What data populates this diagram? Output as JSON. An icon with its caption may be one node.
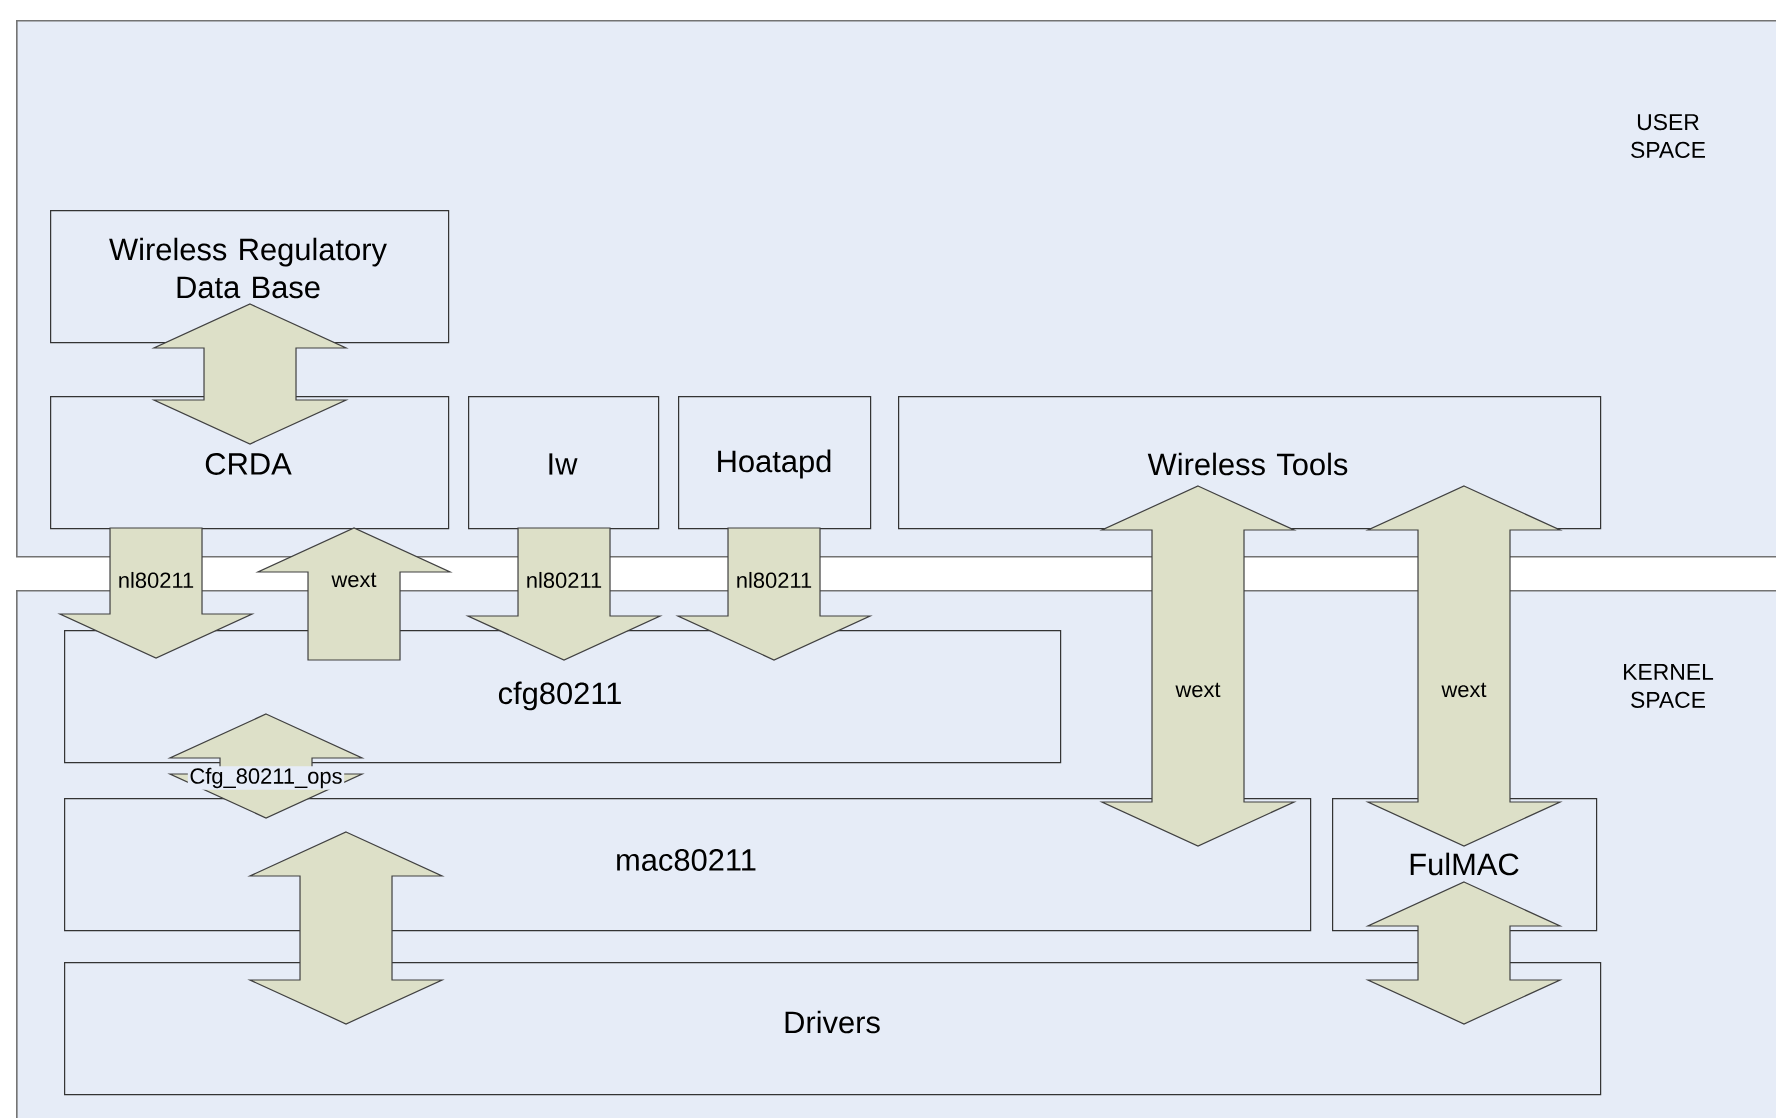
{
  "diagram": {
    "nodes": [
      {
        "text": [
          "USER SPACE"
        ]
      },
      {
        "text": [
          "Wireless Regulatory Data Base"
        ],
        "in": 0
      },
      {
        "text": [
          "CRDA"
        ],
        "in": 0
      },
      {
        "text": [
          "Iw"
        ],
        "in": 0
      },
      {
        "text": [
          "Hoatapd"
        ],
        "in": 0
      },
      {
        "text": [
          "Wireless Tools"
        ],
        "in": 0
      },
      {
        "text": [
          "KERNEL SPACE"
        ]
      },
      {
        "text": [
          "cfg80211"
        ],
        "in": 6
      },
      {
        "text": [
          "mac80211"
        ],
        "in": 6
      },
      {
        "text": [
          "FulMAC"
        ],
        "in": 6
      },
      {
        "text": [
          "Drivers"
        ],
        "in": 6
      }
    ],
    "edges": [
      {
        "from": 1,
        "to": 2,
        "arrow": "both"
      },
      {
        "from": 2,
        "to": 7,
        "arrow": "to",
        "label": "nl80211"
      },
      {
        "from": 7,
        "to": 2,
        "arrow": "to",
        "label": "wext"
      },
      {
        "from": 3,
        "to": 7,
        "arrow": "to",
        "label": "nl80211"
      },
      {
        "from": 4,
        "to": 7,
        "arrow": "to",
        "label": "nl80211"
      },
      {
        "from": 5,
        "to": 8,
        "arrow": "both",
        "label": "wext"
      },
      {
        "from": 5,
        "to": 9,
        "arrow": "both",
        "label": "wext"
      },
      {
        "from": 7,
        "to": 8,
        "arrow": "both",
        "label": "Cfg_80211_ops"
      },
      {
        "from": 8,
        "to": 10,
        "arrow": "both"
      },
      {
        "from": 9,
        "to": 10,
        "arrow": "both"
      }
    ]
  }
}
